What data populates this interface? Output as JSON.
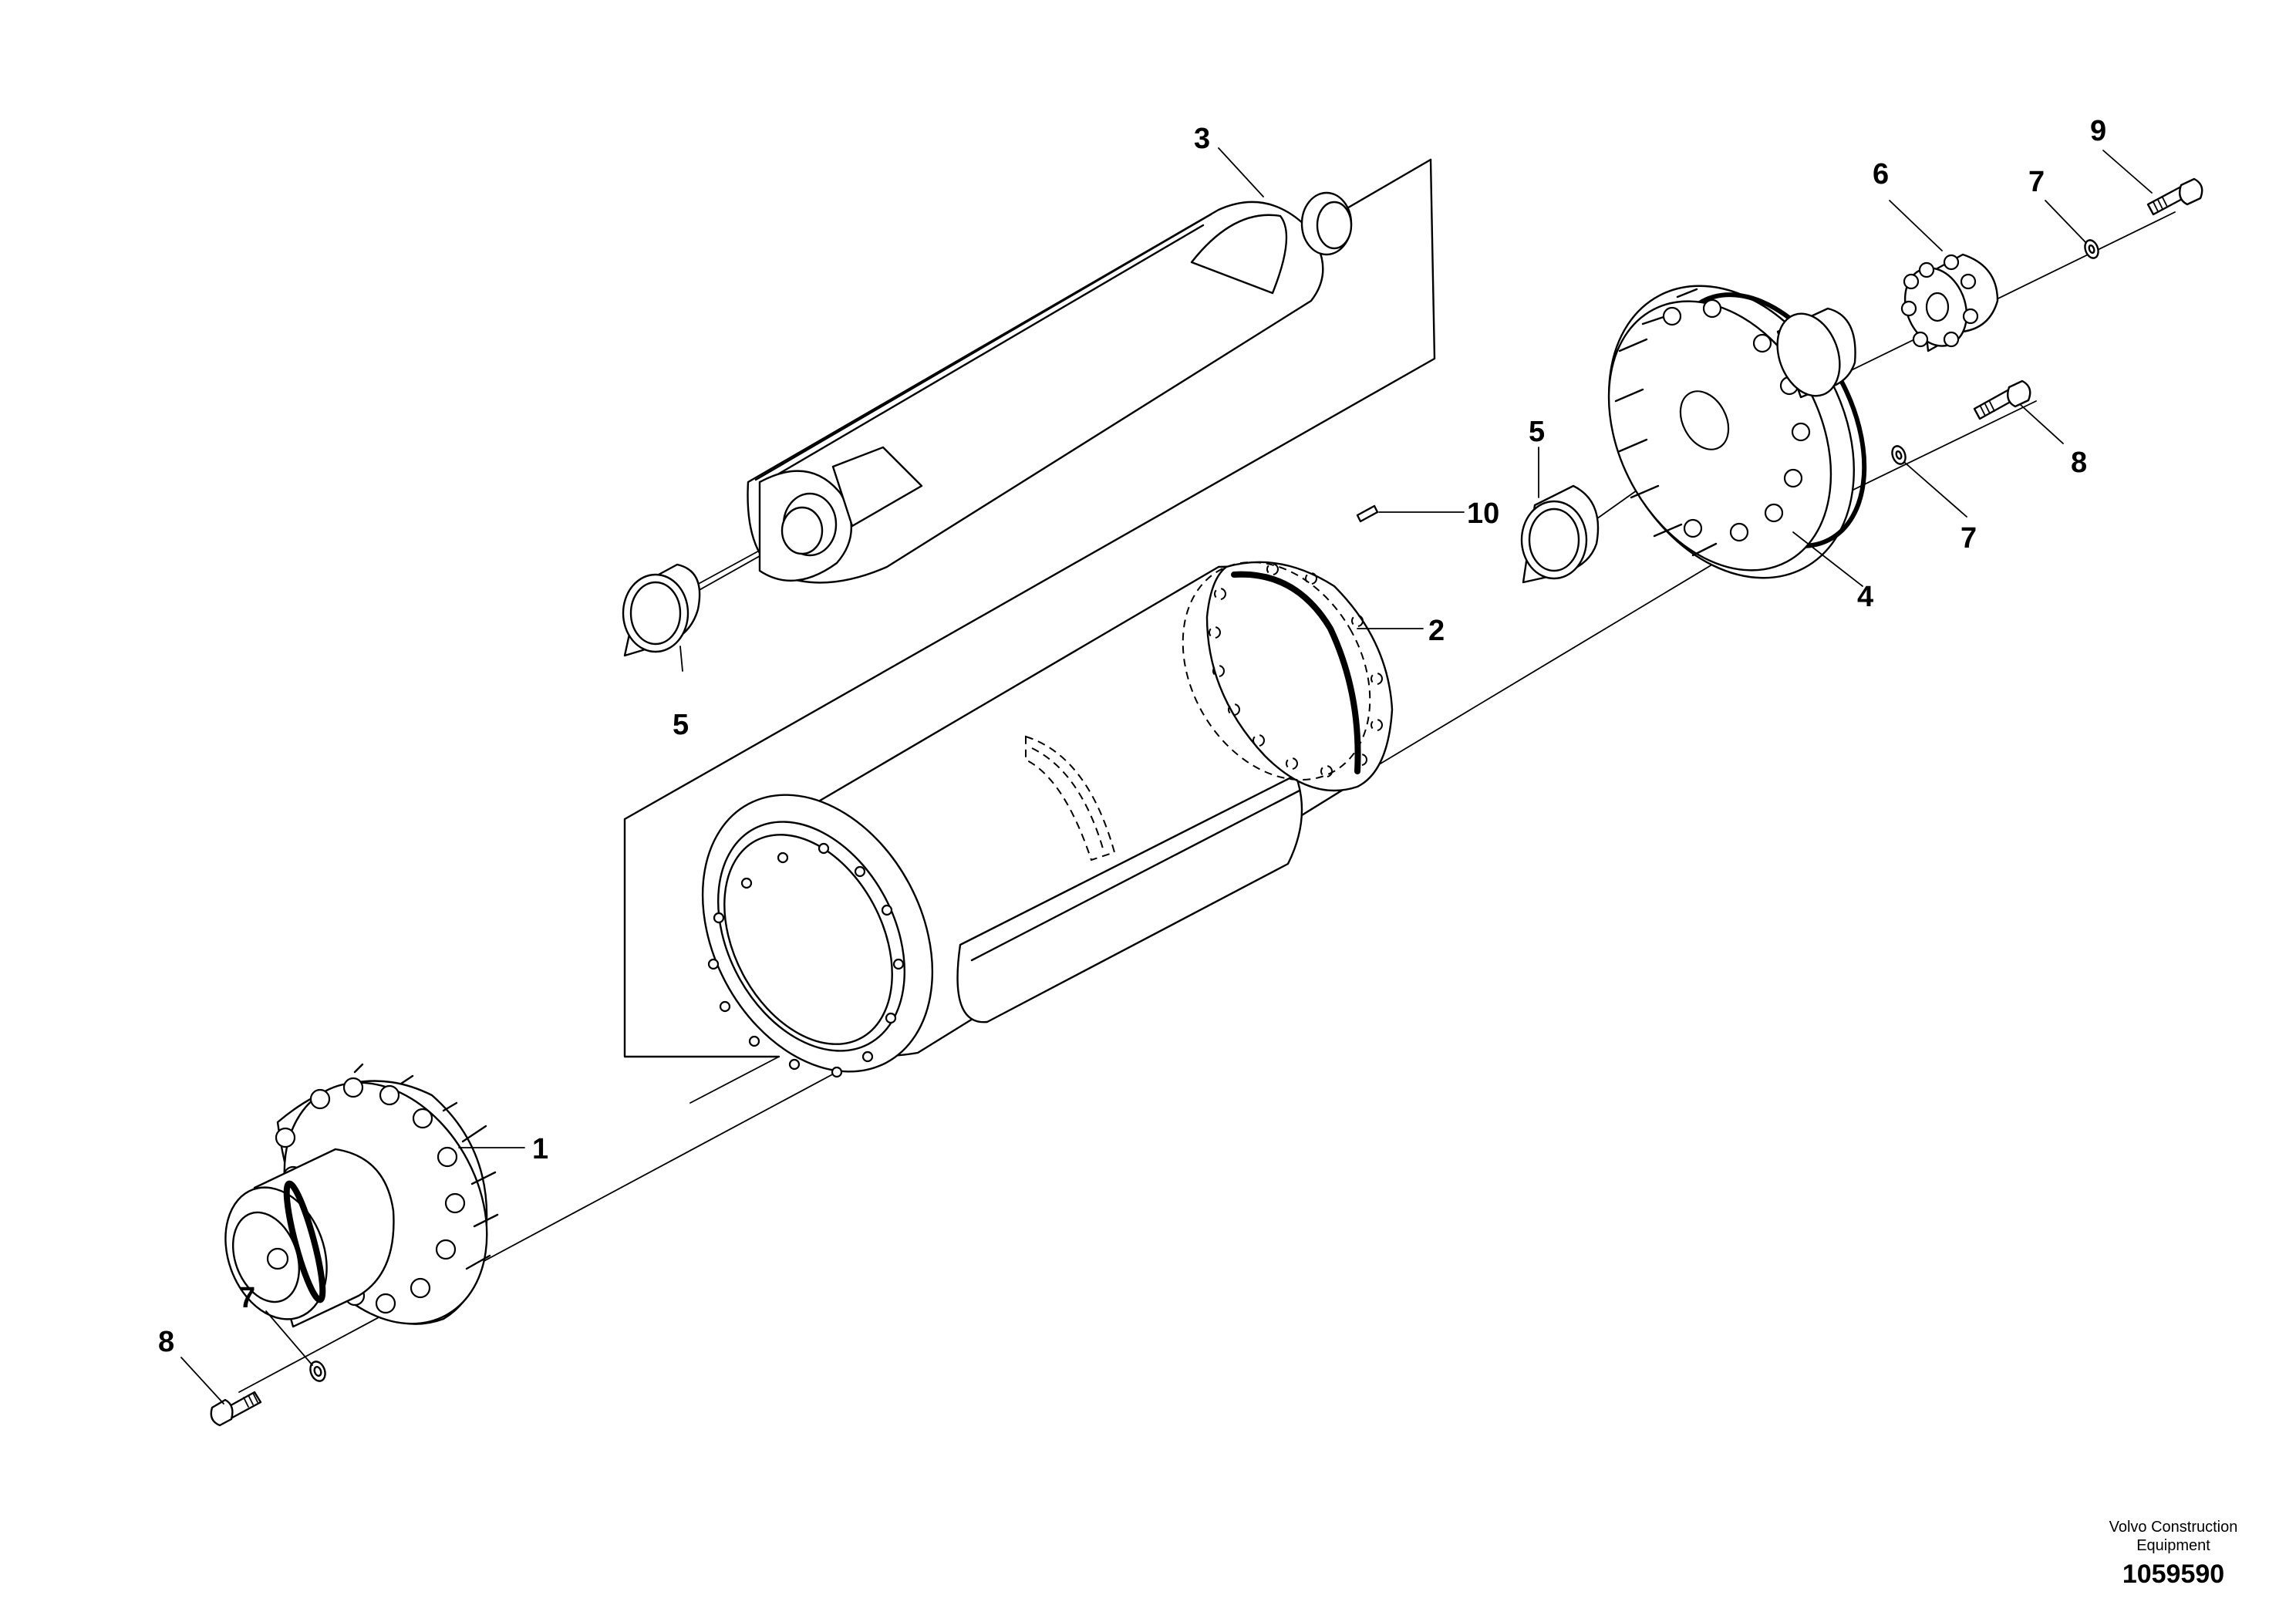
{
  "callouts": {
    "c1": "1",
    "c2": "2",
    "c3": "3",
    "c4": "4",
    "c5a": "5",
    "c5b": "5",
    "c6": "6",
    "c7a": "7",
    "c7b": "7",
    "c7c": "7",
    "c8a": "8",
    "c8b": "8",
    "c9": "9",
    "c10": "10"
  },
  "footer": {
    "brand_line1": "Volvo Construction",
    "brand_line2": "Equipment",
    "drawing_number": "1059590"
  }
}
